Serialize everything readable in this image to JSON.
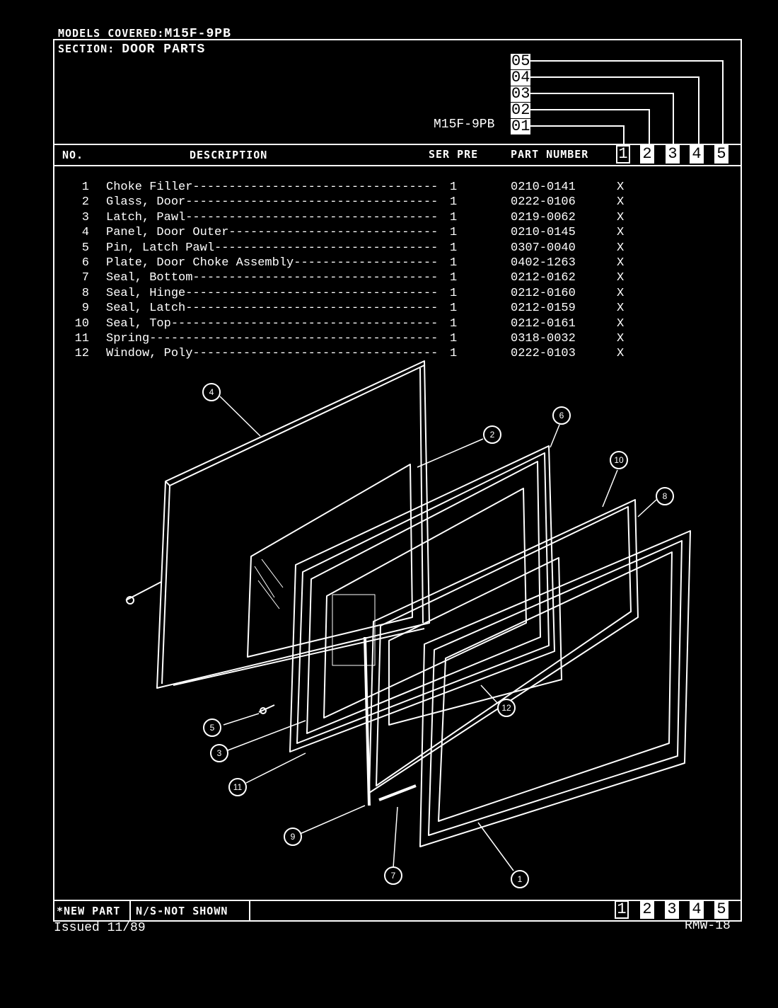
{
  "header": {
    "models_covered_label": "MODELS COVERED:",
    "models_covered_value": "M15F-9PB",
    "section_label": "SECTION:",
    "section_value": "DOOR PARTS",
    "model": "M15F-9PB",
    "serial_codes": [
      "05",
      "04",
      "03",
      "02",
      "01"
    ]
  },
  "table": {
    "columns": {
      "no": "NO.",
      "description": "DESCRIPTION",
      "ser_pre": "SER PRE",
      "part_number": "PART NUMBER",
      "models": [
        "1",
        "2",
        "3",
        "4",
        "5"
      ]
    },
    "rows": [
      {
        "no": "1",
        "description": "Choke Filler",
        "ser": "1",
        "part": "0210-0141",
        "mark": "X"
      },
      {
        "no": "2",
        "description": "Glass, Door",
        "ser": "1",
        "part": "0222-0106",
        "mark": "X"
      },
      {
        "no": "3",
        "description": "Latch, Pawl",
        "ser": "1",
        "part": "0219-0062",
        "mark": "X"
      },
      {
        "no": "4",
        "description": "Panel, Door Outer",
        "ser": "1",
        "part": "0210-0145",
        "mark": "X"
      },
      {
        "no": "5",
        "description": "Pin, Latch Pawl",
        "ser": "1",
        "part": "0307-0040",
        "mark": "X"
      },
      {
        "no": "6",
        "description": "Plate, Door Choke Assembly",
        "ser": "1",
        "part": "0402-1263",
        "mark": "X"
      },
      {
        "no": "7",
        "description": "Seal, Bottom",
        "ser": "1",
        "part": "0212-0162",
        "mark": "X"
      },
      {
        "no": "8",
        "description": "Seal, Hinge",
        "ser": "1",
        "part": "0212-0160",
        "mark": "X"
      },
      {
        "no": "9",
        "description": "Seal, Latch",
        "ser": "1",
        "part": "0212-0159",
        "mark": "X"
      },
      {
        "no": "10",
        "description": "Seal, Top",
        "ser": "1",
        "part": "0212-0161",
        "mark": "X"
      },
      {
        "no": "11",
        "description": "Spring",
        "ser": "1",
        "part": "0318-0032",
        "mark": "X"
      },
      {
        "no": "12",
        "description": "Window, Poly",
        "ser": "1",
        "part": "0222-0103",
        "mark": "X"
      }
    ]
  },
  "diagram": {
    "callouts": [
      "1",
      "2",
      "3",
      "4",
      "5",
      "6",
      "7",
      "8",
      "9",
      "10",
      "11",
      "12"
    ]
  },
  "footer": {
    "new_part": "*NEW PART",
    "ns_not_shown": "N/S-NOT SHOWN",
    "models": [
      "1",
      "2",
      "3",
      "4",
      "5"
    ],
    "issued": "Issued 11/89",
    "doc_code": "RMW-18"
  }
}
